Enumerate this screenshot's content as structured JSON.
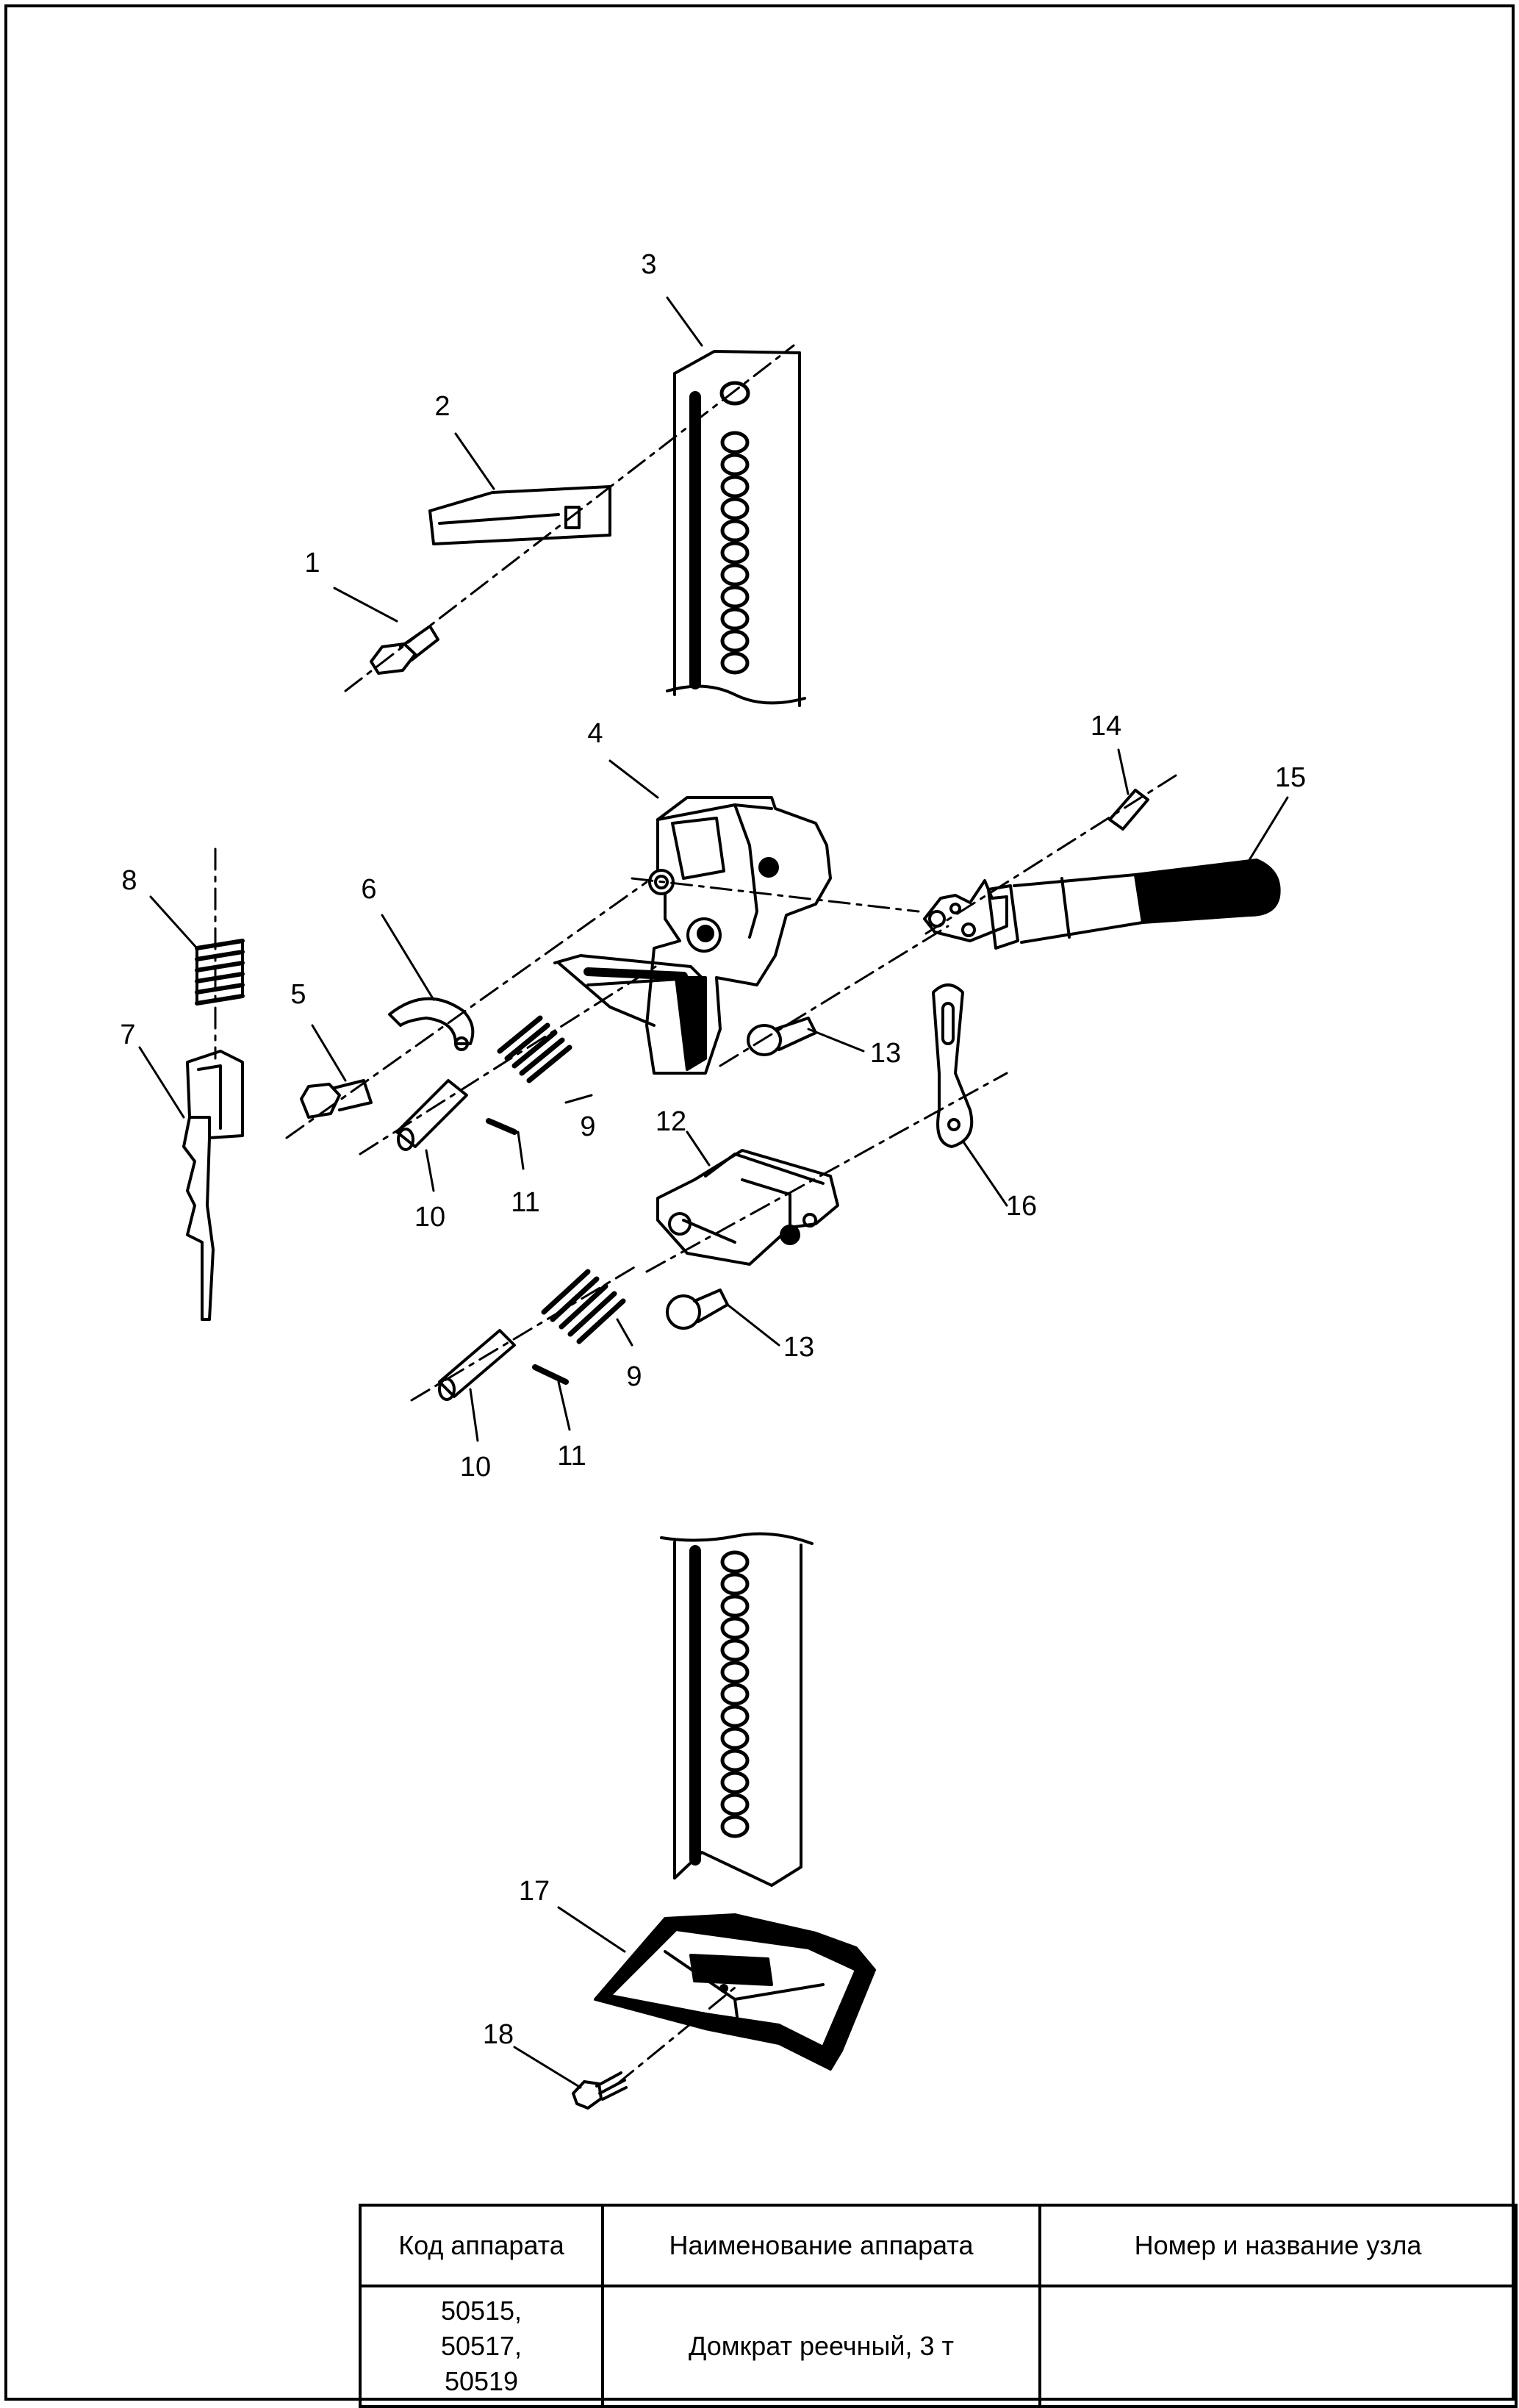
{
  "callouts": [
    {
      "id": "c1",
      "text": "1"
    },
    {
      "id": "c2",
      "text": "2"
    },
    {
      "id": "c3",
      "text": "3"
    },
    {
      "id": "c4",
      "text": "4"
    },
    {
      "id": "c5",
      "text": "5"
    },
    {
      "id": "c6",
      "text": "6"
    },
    {
      "id": "c7",
      "text": "7"
    },
    {
      "id": "c8",
      "text": "8"
    },
    {
      "id": "c9a",
      "text": "9"
    },
    {
      "id": "c9b",
      "text": "9"
    },
    {
      "id": "c10a",
      "text": "10"
    },
    {
      "id": "c10b",
      "text": "10"
    },
    {
      "id": "c11a",
      "text": "11"
    },
    {
      "id": "c11b",
      "text": "11"
    },
    {
      "id": "c12",
      "text": "12"
    },
    {
      "id": "c13a",
      "text": "13"
    },
    {
      "id": "c13b",
      "text": "13"
    },
    {
      "id": "c14",
      "text": "14"
    },
    {
      "id": "c15",
      "text": "15"
    },
    {
      "id": "c16",
      "text": "16"
    },
    {
      "id": "c17",
      "text": "17"
    },
    {
      "id": "c18",
      "text": "18"
    }
  ],
  "title_block": {
    "headers": [
      "Код аппарата",
      "Наименование аппарата",
      "Номер и название узла"
    ],
    "codes": [
      "50515,",
      "50517,",
      "50519"
    ],
    "name": "Домкрат реечный, 3 т",
    "assembly": ""
  }
}
